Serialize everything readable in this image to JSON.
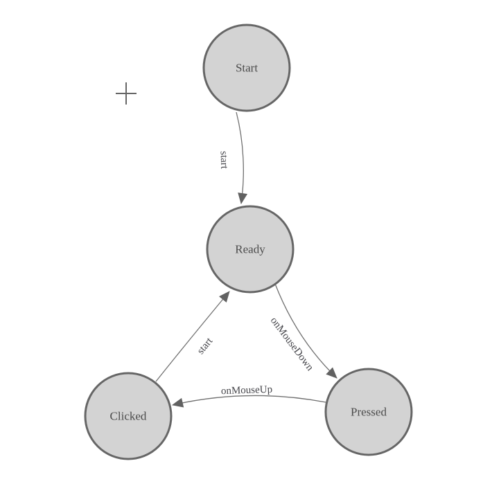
{
  "diagram": {
    "background": "#ffffff",
    "nodes": [
      {
        "id": "start",
        "label": "Start"
      },
      {
        "id": "ready",
        "label": "Ready"
      },
      {
        "id": "clicked",
        "label": "Clicked"
      },
      {
        "id": "pressed",
        "label": "Pressed"
      }
    ],
    "edges": [
      {
        "id": "start-to-ready",
        "label": "start",
        "from": "Start",
        "to": "Ready"
      },
      {
        "id": "ready-to-pressed",
        "label": "onMouseDown",
        "from": "Ready",
        "to": "Pressed"
      },
      {
        "id": "pressed-to-clicked",
        "label": "onMouseUp",
        "from": "Pressed",
        "to": "Clicked"
      },
      {
        "id": "clicked-to-ready",
        "label": "start",
        "from": "Clicked",
        "to": "Ready"
      }
    ],
    "cursor": {
      "shape": "crosshair-plus"
    },
    "colors": {
      "node_fill": "#d3d3d3",
      "node_stroke": "#666666",
      "edge_stroke": "#707070",
      "arrow_fill": "#616161",
      "node_text": "#4c4c4c",
      "edge_text": "#45454a",
      "cursor": "#666666"
    }
  }
}
